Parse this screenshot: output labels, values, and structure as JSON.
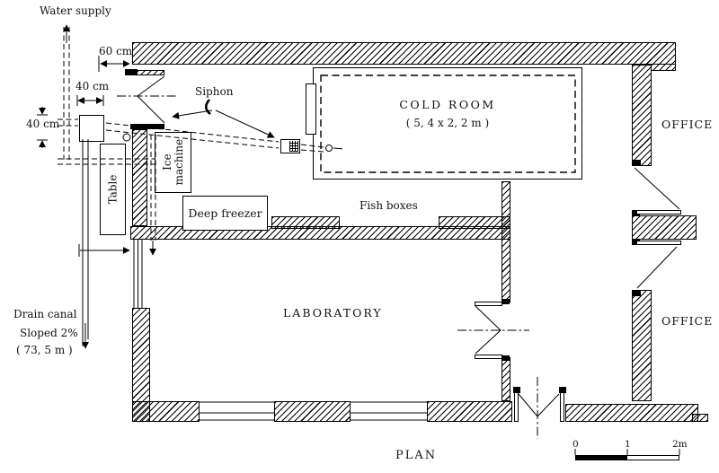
{
  "plan": {
    "title": "PLAN",
    "water_supply": "Water supply",
    "dim_60cm": "60 cm",
    "dim_40cm_top": "40 cm",
    "dim_40cm_left": "40 cm",
    "siphon": "Siphon",
    "cold_room_title": "COLD ROOM",
    "cold_room_dims": "( 5, 4 x 2, 2 m )",
    "office_upper": "OFFICE",
    "office_lower": "OFFICE",
    "table": "Table",
    "ice_machine": "Ice machine",
    "deep_freezer": "Deep freezer",
    "fish_boxes": "Fish boxes",
    "laboratory": "LABORATORY",
    "drain_canal": "Drain canal",
    "slope": "Sloped 2%",
    "slope_length": "( 73, 5 m )",
    "scale": {
      "zero": "0",
      "one": "1",
      "two": "2m"
    }
  }
}
